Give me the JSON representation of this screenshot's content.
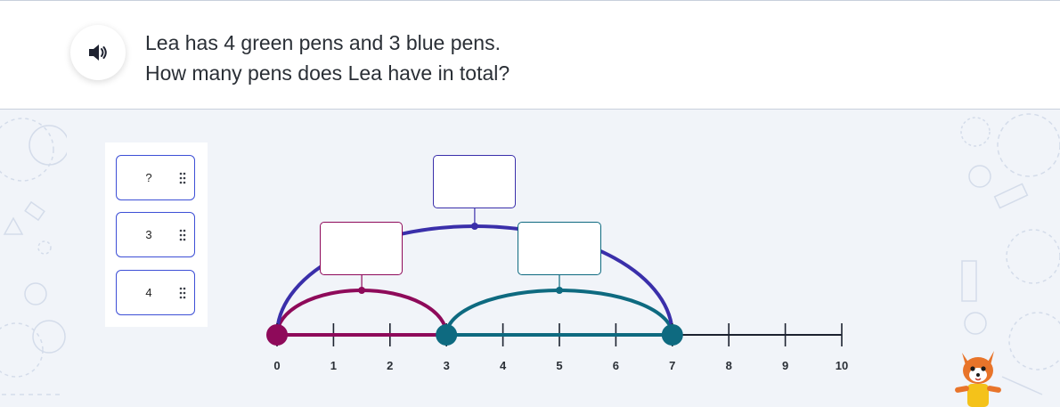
{
  "question": {
    "line1": "Lea has 4 green pens and 3 blue pens.",
    "line2": "How many pens does Lea have in total?"
  },
  "speaker": {
    "icon": "speaker-icon"
  },
  "cards": [
    {
      "label": "?"
    },
    {
      "label": "3"
    },
    {
      "label": "4"
    }
  ],
  "number_line": {
    "min": 0,
    "max": 10,
    "ticks": [
      "0",
      "1",
      "2",
      "3",
      "4",
      "5",
      "6",
      "7",
      "8",
      "9",
      "10"
    ],
    "segments": [
      {
        "from": 0,
        "to": 3,
        "color": "#8e0a5a"
      },
      {
        "from": 3,
        "to": 7,
        "color": "#0e6a80"
      },
      {
        "from": 0,
        "to": 7,
        "color": "#3a2faa"
      }
    ],
    "points": [
      0,
      3,
      7
    ],
    "line_color": "#1c2230"
  },
  "colors": {
    "magenta": "#8e0a5a",
    "teal": "#0e6a80",
    "indigo": "#3a2faa",
    "card_border": "#3d4fd6"
  },
  "mascot": "fox-mascot"
}
